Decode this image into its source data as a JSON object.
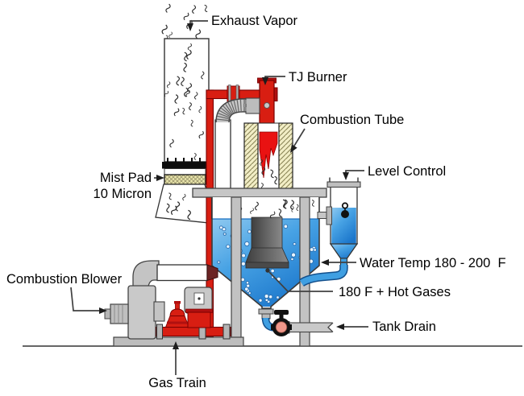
{
  "labels": {
    "exhaust_vapor": "Exhaust Vapor",
    "tj_burner": "TJ Burner",
    "combustion_tube": "Combustion Tube",
    "level_control": "Level Control",
    "mist_pad_line1": "Mist Pad",
    "mist_pad_line2": "10 Micron",
    "water_temp": "Water Temp 180 - 200  F",
    "hot_gases": "180 F + Hot Gases",
    "combustion_blower": "Combustion Blower",
    "tank_drain": "Tank Drain",
    "gas_train": "Gas Train"
  },
  "colors": {
    "equipment_red": "#D81E12",
    "water_blue": "#3F9FE2",
    "metal_gray": "#C2C2C2",
    "combustion_tube_tan": "#F2EEC6",
    "valve_pink": "#F0978A"
  }
}
